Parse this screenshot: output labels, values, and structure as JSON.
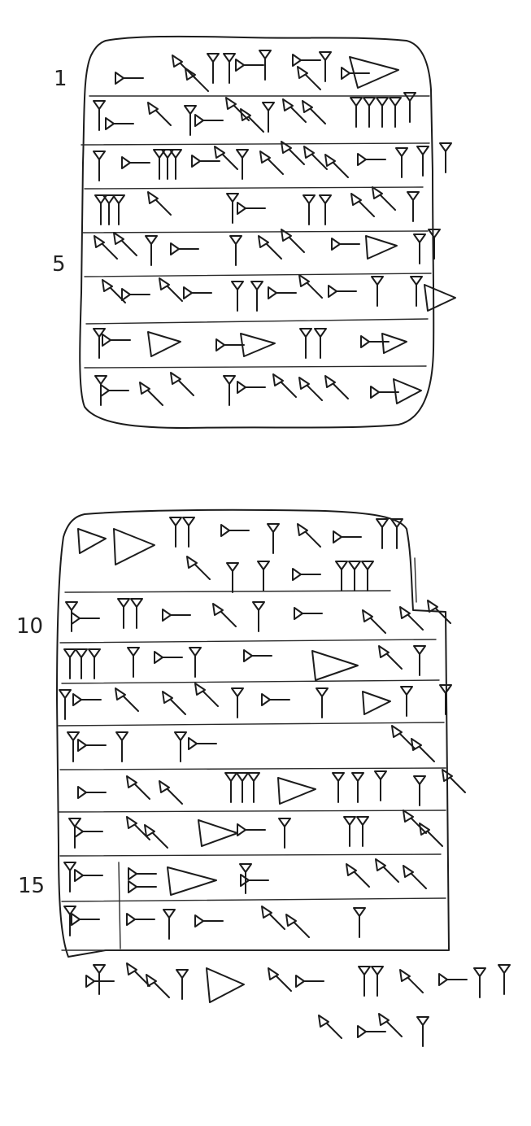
{
  "line_numbers": {
    "n1": "1",
    "n5": "5",
    "n10": "10",
    "n15": "15"
  }
}
